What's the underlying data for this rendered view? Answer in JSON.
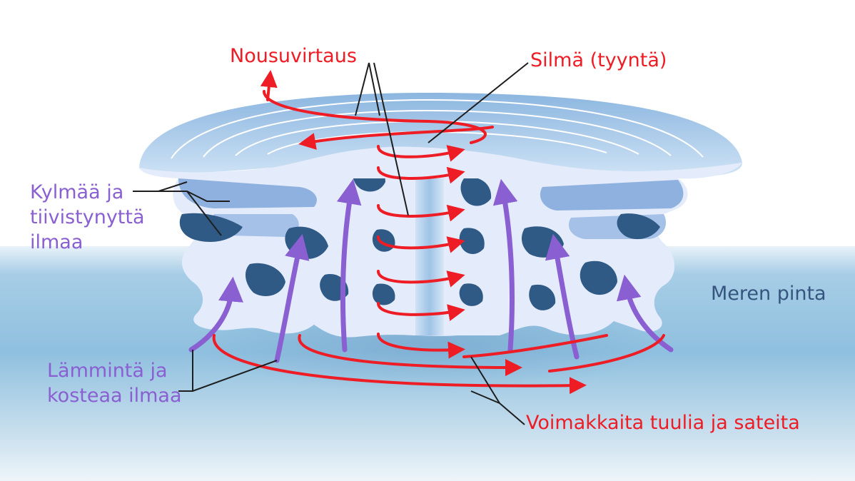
{
  "labels": {
    "updraft": "Nousuvirtaus",
    "eye": "Silmä (tyyntä)",
    "cold_air_line1": "Kylmää ja",
    "cold_air_line2": "tiivistynyttä",
    "cold_air_line3": "ilmaa",
    "sea_surface": "Meren pinta",
    "warm_air_line1": "Lämmintä ja",
    "warm_air_line2": "kosteaa ilmaa",
    "winds": "Voimakkaita tuulia ja sateita"
  },
  "colors": {
    "circulation_arrows": "#ee1c24",
    "warm_air_arrows": "#8a5fd2",
    "sea_label": "#35557e",
    "cloud_top": "#a9c9e9",
    "cloud_body": "#e4ebfb",
    "cloud_shadow": "#2f5a86",
    "sea": "#8fc0df"
  },
  "icons": {
    "red_arrow": "circulation-arrow-icon",
    "purple_arrow": "updraft-arrow-icon"
  }
}
